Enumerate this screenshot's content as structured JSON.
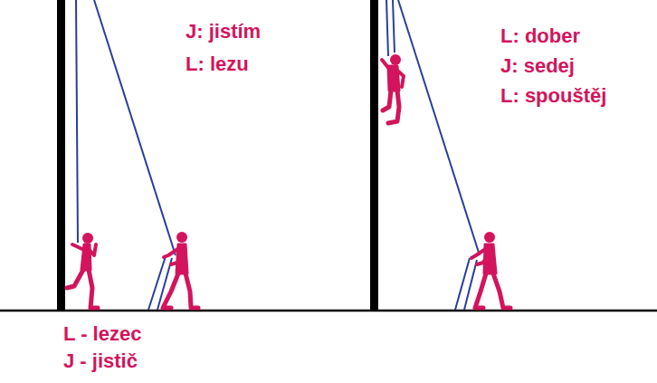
{
  "diagram": {
    "labels": [
      "J: jistím",
      "L: lezu",
      "L: dober",
      "J: sedej",
      "L: spouštěj",
      "L - lezec",
      "J - jistič"
    ]
  }
}
